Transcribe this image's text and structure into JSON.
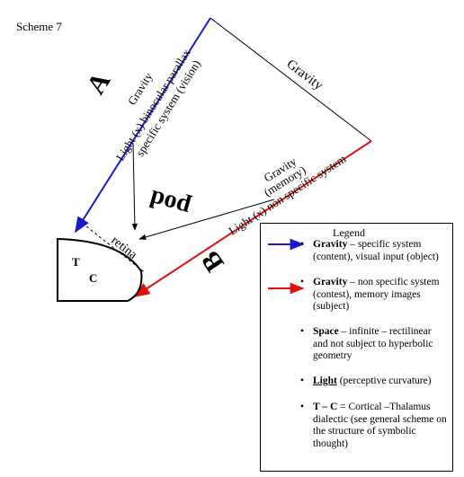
{
  "scheme_title": "Scheme 7",
  "labels": {
    "letter_a": "A",
    "letter_b": "B",
    "gravity_top": "Gravity",
    "gravity_left": "Gravity",
    "light_binocular": "Light (x) binocular parallax",
    "specific_system": "specific system (vision)",
    "gravity_memory": "Gravity",
    "memory": "(memory)",
    "light_non_specific": "Light (x) non specific system",
    "pod": "pod",
    "retina": "retina",
    "t": "T",
    "c": "C"
  },
  "colors": {
    "blue": "#1a1acc",
    "red": "#e01010",
    "black": "#000000"
  },
  "legend": {
    "title": "Legend",
    "items": [
      {
        "bold": "Gravity",
        "rest": " – specific system (content), visual input (object)"
      },
      {
        "bold": "Gravity",
        "rest": " – non specific system (contest), memory images (subject)"
      },
      {
        "bold": "Space",
        "rest": " – infinite – rectilinear and not subject to hyperbolic geometry"
      },
      {
        "bold": "Light",
        "rest": " (perceptive curvature)"
      },
      {
        "bold": "T – C",
        "rest": " = Cortical –Thalamus dialectic (see general scheme on the structure of symbolic thought)"
      }
    ]
  }
}
